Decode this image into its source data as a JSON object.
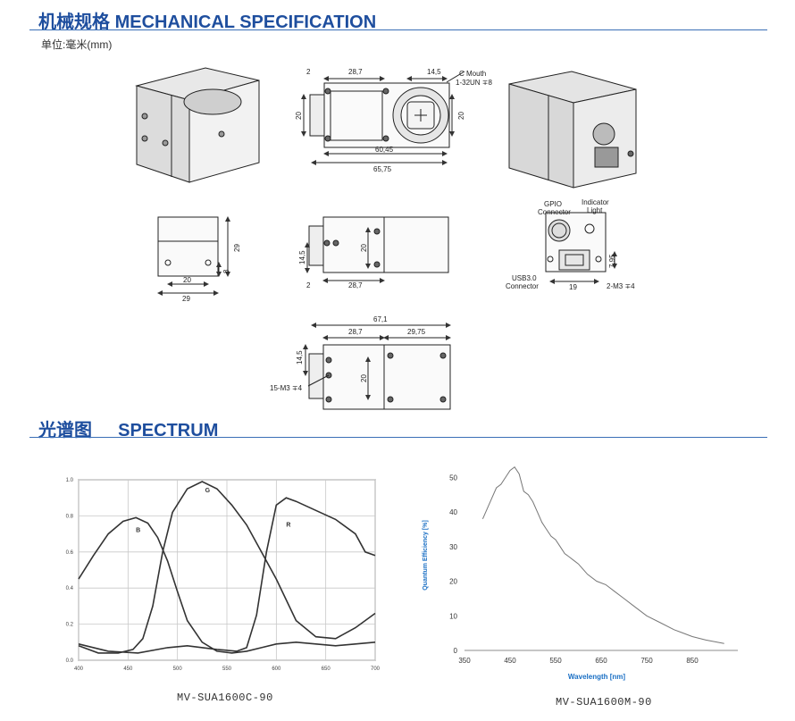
{
  "mech": {
    "title_cn": "机械规格",
    "title_en": "MECHANICAL SPECIFICATION",
    "unit": "单位:毫米(mm)",
    "dims": {
      "d2": "2",
      "d28_7": "28,7",
      "d14_5": "14,5",
      "d20": "20",
      "d60_45": "60,45",
      "d65_75": "65,75",
      "d29": "29",
      "d8": "8",
      "d19": "19",
      "d7_95": "7,95",
      "d67_1": "67,1",
      "d29_75": "29,75"
    },
    "notes": {
      "cmount_line1": "C Mouth",
      "cmount_line2": "1-32UN ∓8",
      "gpio_line1": "GPIO",
      "gpio_line2": "Connector",
      "indicator_line1": "Indicator",
      "indicator_line2": "Light",
      "usb_line1": "USB3.0",
      "usb_line2": "Connector",
      "m3_2": "2-M3 ∓4",
      "m3_15": "15-M3 ∓4"
    }
  },
  "spectrum": {
    "title_cn": "光谱图",
    "title_en": "SPECTRUM",
    "color_caption": "MV-SUA1600C-90",
    "mono_caption": "MV-SUA1600M-90"
  },
  "chart_data": [
    {
      "type": "line",
      "title": "",
      "xlabel": "",
      "ylabel": "",
      "xlim": [
        400,
        700
      ],
      "ylim": [
        0,
        1.0
      ],
      "x_ticks": [
        "400",
        "450",
        "500",
        "550",
        "600",
        "650",
        "700"
      ],
      "y_ticks": [
        "0.0",
        "0.2",
        "0.4",
        "0.6",
        "0.8",
        "1.0"
      ],
      "grid": true,
      "series": [
        {
          "name": "B",
          "x": [
            400,
            415,
            430,
            445,
            458,
            470,
            480,
            490,
            500,
            510,
            525,
            540,
            555,
            570,
            585,
            600,
            620,
            640,
            660,
            680,
            700
          ],
          "y": [
            0.45,
            0.58,
            0.7,
            0.77,
            0.79,
            0.76,
            0.68,
            0.55,
            0.38,
            0.22,
            0.1,
            0.05,
            0.04,
            0.05,
            0.07,
            0.09,
            0.1,
            0.09,
            0.08,
            0.09,
            0.1
          ]
        },
        {
          "name": "G",
          "x": [
            400,
            420,
            440,
            455,
            465,
            475,
            485,
            495,
            510,
            525,
            540,
            555,
            570,
            585,
            600,
            620,
            640,
            660,
            680,
            700
          ],
          "y": [
            0.08,
            0.04,
            0.04,
            0.06,
            0.12,
            0.3,
            0.6,
            0.82,
            0.95,
            0.99,
            0.95,
            0.86,
            0.75,
            0.6,
            0.45,
            0.22,
            0.13,
            0.12,
            0.18,
            0.26
          ]
        },
        {
          "name": "R",
          "x": [
            400,
            430,
            460,
            490,
            510,
            540,
            560,
            570,
            580,
            590,
            600,
            610,
            620,
            640,
            660,
            680,
            690,
            700
          ],
          "y": [
            0.09,
            0.05,
            0.04,
            0.07,
            0.08,
            0.06,
            0.05,
            0.07,
            0.25,
            0.6,
            0.86,
            0.9,
            0.88,
            0.83,
            0.78,
            0.7,
            0.6,
            0.58
          ]
        }
      ],
      "annotations": [
        "B",
        "G",
        "R"
      ]
    },
    {
      "type": "line",
      "title": "",
      "xlabel": "Wavelength [nm]",
      "ylabel": "Quantum Efficiency [%]",
      "xlim": [
        350,
        950
      ],
      "ylim": [
        0,
        55
      ],
      "x_ticks": [
        "350",
        "450",
        "550",
        "650",
        "750",
        "850"
      ],
      "y_ticks": [
        "0",
        "10",
        "20",
        "30",
        "40",
        "50"
      ],
      "grid": false,
      "series": [
        {
          "name": "",
          "x": [
            390,
            400,
            410,
            420,
            430,
            440,
            450,
            460,
            470,
            480,
            490,
            500,
            510,
            520,
            530,
            540,
            550,
            560,
            570,
            580,
            590,
            600,
            620,
            640,
            660,
            680,
            700,
            720,
            750,
            780,
            810,
            850,
            880,
            920
          ],
          "y": [
            38,
            41,
            44,
            47,
            48,
            50,
            52,
            53,
            51,
            46,
            45,
            43,
            40,
            37,
            35,
            33,
            32,
            30,
            28,
            27,
            26,
            25,
            22,
            20,
            19,
            17,
            15,
            13,
            10,
            8,
            6,
            4,
            3,
            2
          ]
        }
      ]
    }
  ]
}
